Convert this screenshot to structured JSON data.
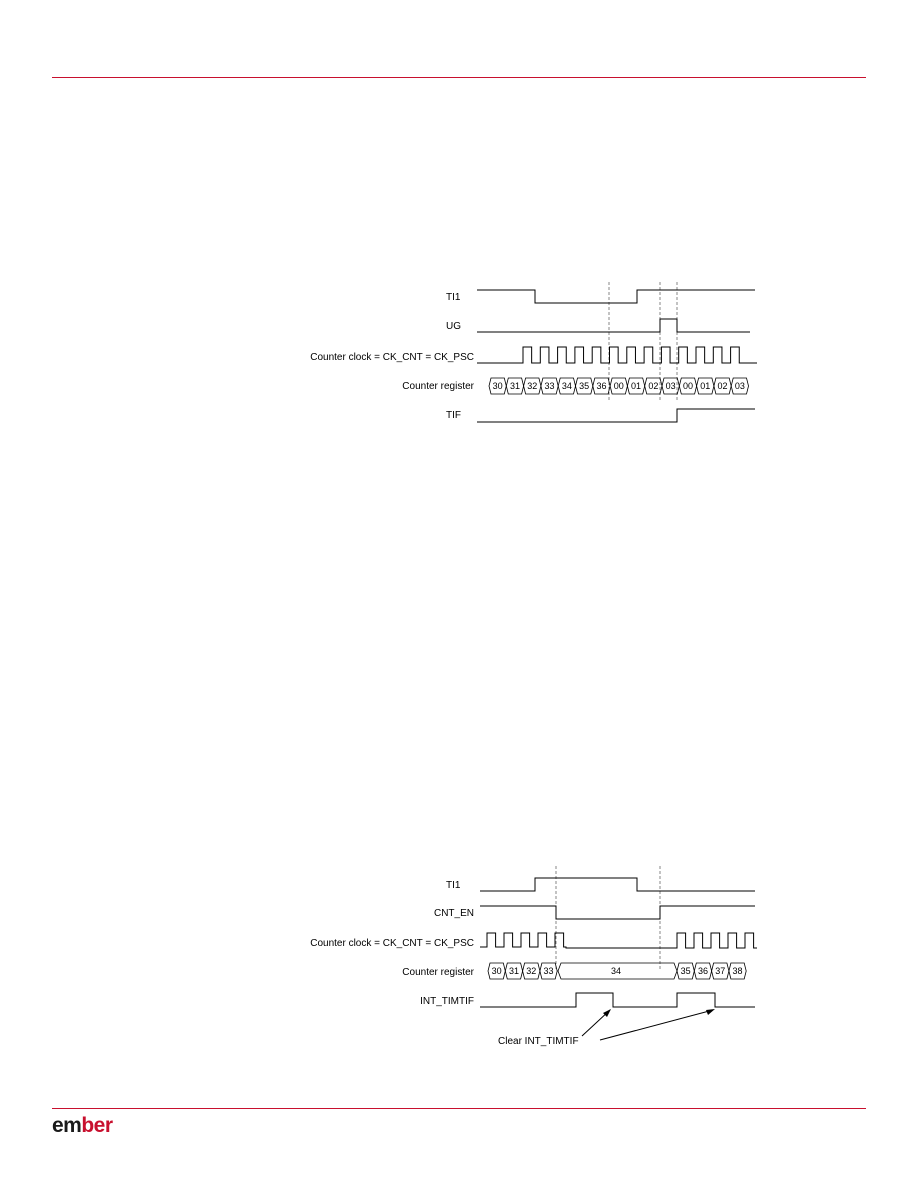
{
  "logo": {
    "text_a": "em",
    "text_b": "ber"
  },
  "colors": {
    "rule": "#c8102e",
    "waveform": "#000000",
    "guide": "#555555"
  },
  "figure1": {
    "signals": {
      "ti1": "TI1",
      "ug": "UG",
      "clock": "Counter clock = CK_CNT = CK_PSC",
      "counter": "Counter register",
      "tif": "TIF"
    },
    "counter_values": [
      "30",
      "31",
      "32",
      "33",
      "34",
      "35",
      "36",
      "00",
      "01",
      "02",
      "03",
      "00",
      "01",
      "02",
      "03"
    ]
  },
  "figure2": {
    "signals": {
      "ti1": "TI1",
      "cnt_en": "CNT_EN",
      "clock": "Counter clock = CK_CNT = CK_PSC",
      "counter": "Counter register",
      "int": "INT_TIMTIF"
    },
    "counter_values_a": [
      "30",
      "31",
      "32",
      "33"
    ],
    "counter_value_hold": "34",
    "counter_values_b": [
      "35",
      "36",
      "37",
      "38"
    ],
    "annotation": "Clear INT_TIMTIF"
  }
}
